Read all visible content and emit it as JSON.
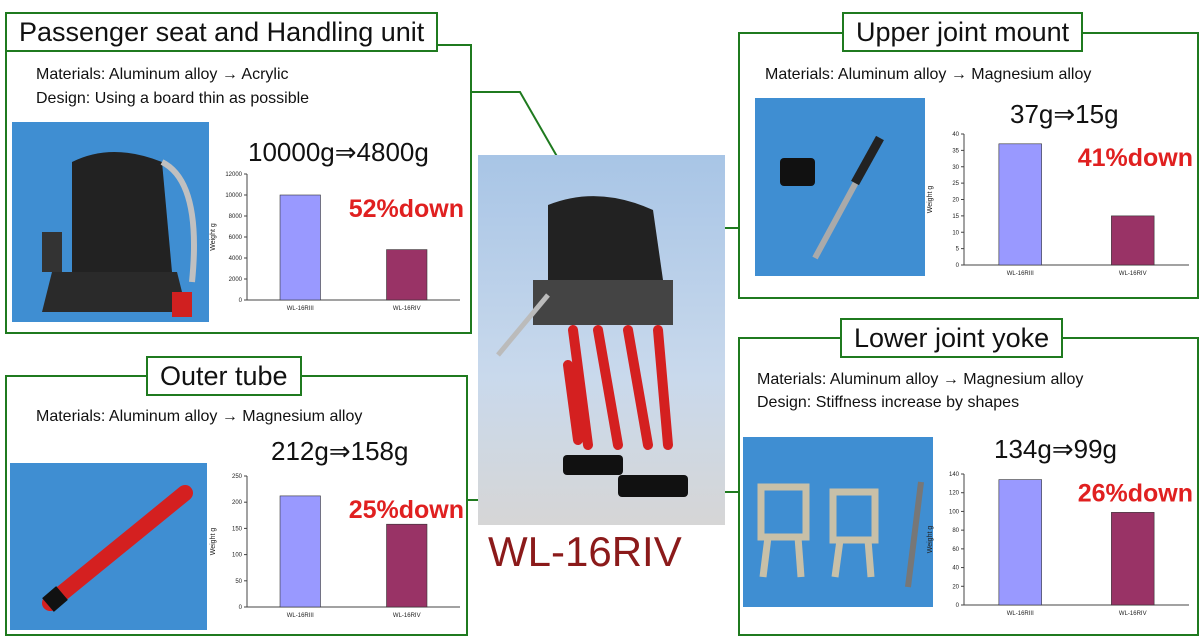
{
  "robot": {
    "name": "WL-16RIV"
  },
  "panels": [
    {
      "id": "seat",
      "title": "Passenger seat and Handling unit",
      "materials": "Materials: Aluminum alloy → Acrylic",
      "design": "Design: Using a board thin as possible",
      "weight": "10000g⇒4800g",
      "down": "52%down"
    },
    {
      "id": "upper",
      "title": "Upper joint mount",
      "materials": "Materials: Aluminum alloy → Magnesium alloy",
      "design": "",
      "weight": "37g⇒15g",
      "down": "41%down"
    },
    {
      "id": "outer",
      "title": "Outer tube",
      "materials": "Materials: Aluminum alloy → Magnesium alloy",
      "design": "",
      "weight": "212g⇒158g",
      "down": "25%down"
    },
    {
      "id": "lower",
      "title": "Lower joint yoke",
      "materials": "Materials: Aluminum alloy → Magnesium alloy",
      "design": "Design: Stiffness increase by shapes",
      "weight": "134g⇒99g",
      "down": "26%down"
    }
  ],
  "colors": {
    "border": "#1f7a1f",
    "bar_old": "#9999ff",
    "bar_new": "#993366",
    "down_text": "#e02020",
    "robot_name": "#8b1a1a"
  },
  "chart_data": [
    {
      "type": "bar",
      "categories": [
        "WL-16RIII",
        "WL-16RIV"
      ],
      "values": [
        10000,
        4800
      ],
      "ylabel": "Weight g",
      "ylim": [
        0,
        12000
      ],
      "yticks": [
        0,
        2000,
        4000,
        6000,
        8000,
        10000,
        12000
      ]
    },
    {
      "type": "bar",
      "categories": [
        "WL-16RIII",
        "WL-16RIV"
      ],
      "values": [
        37,
        15
      ],
      "ylabel": "Weight g",
      "ylim": [
        0,
        40
      ],
      "yticks": [
        0,
        5,
        10,
        15,
        20,
        25,
        30,
        35,
        40
      ]
    },
    {
      "type": "bar",
      "categories": [
        "WL-16RIII",
        "WL-16RIV"
      ],
      "values": [
        212,
        158
      ],
      "ylabel": "Weight g",
      "ylim": [
        0,
        250
      ],
      "yticks": [
        0,
        50,
        100,
        150,
        200,
        250
      ]
    },
    {
      "type": "bar",
      "categories": [
        "WL-16RIII",
        "WL-16RIV"
      ],
      "values": [
        134,
        99
      ],
      "ylabel": "Weight g",
      "ylim": [
        0,
        140
      ],
      "yticks": [
        0,
        20,
        40,
        60,
        80,
        100,
        120,
        140
      ]
    }
  ]
}
